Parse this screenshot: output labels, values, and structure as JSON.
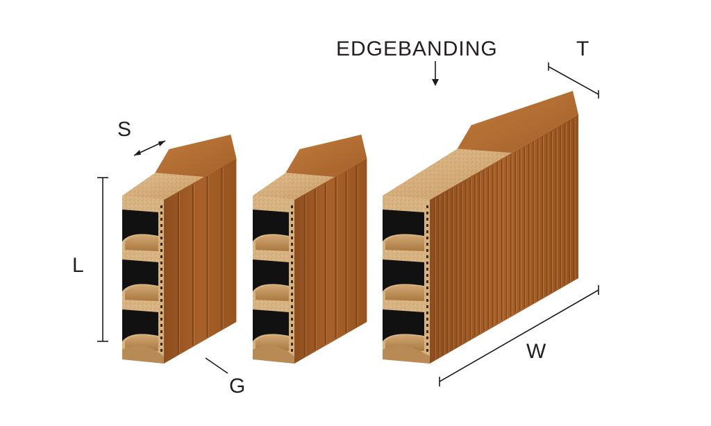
{
  "labels": {
    "edgebanding": "EDGEBANDING",
    "t": "T",
    "s": "S",
    "l": "L",
    "g": "G",
    "w": "W"
  },
  "panels": [
    {
      "name": "panel-1",
      "groove_count": 4
    },
    {
      "name": "panel-2",
      "groove_count": 6
    },
    {
      "name": "panel-3",
      "groove_count": 32
    }
  ],
  "colors": {
    "wood_face": "#a8612a",
    "wood_dark": "#7a4219",
    "wood_top": "#b97335",
    "chipboard": "#d9b483",
    "chipboard_shadow": "#b78a56",
    "cavity": "#111111"
  }
}
